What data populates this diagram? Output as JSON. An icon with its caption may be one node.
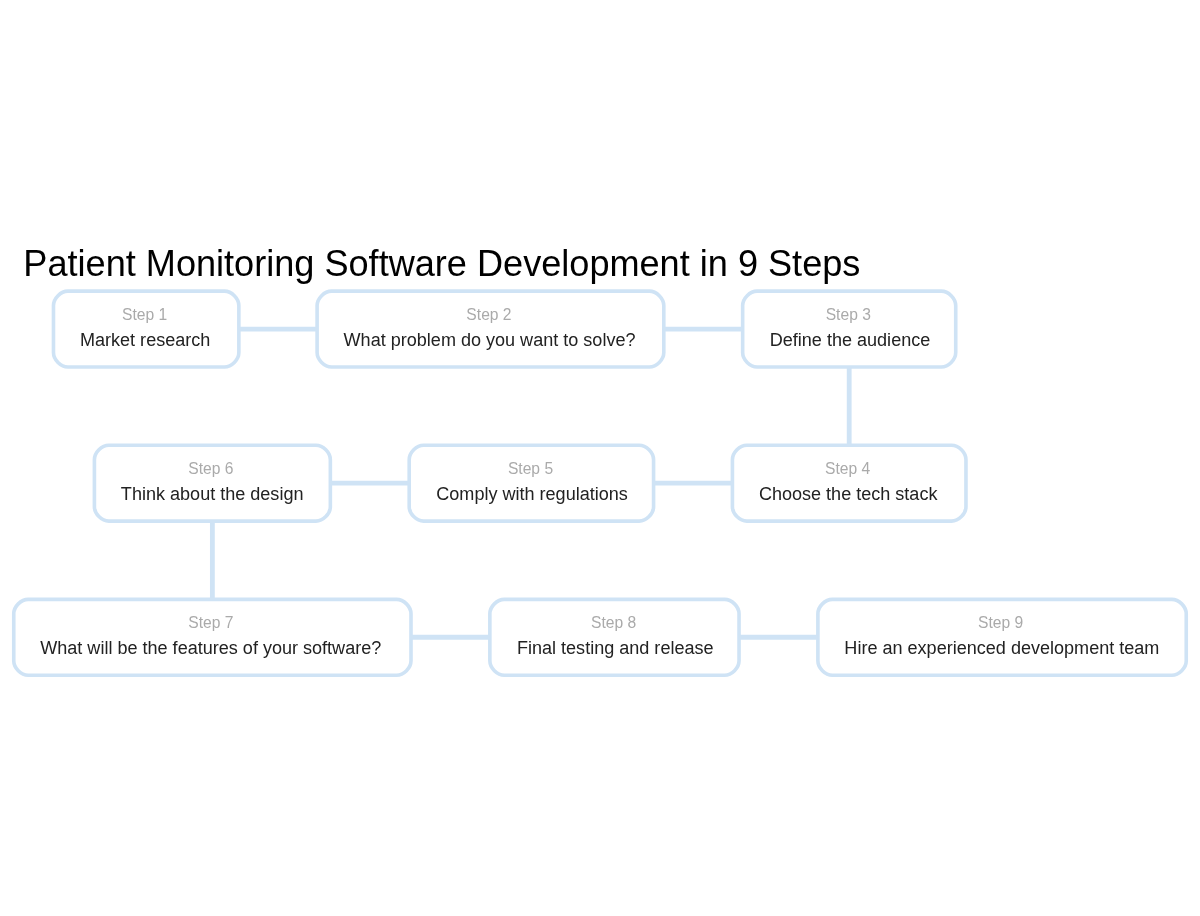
{
  "diagram": {
    "title": "Patient Monitoring Software Development in 9 Steps",
    "nodes": [
      {
        "text": [
          "Step 1",
          "Market research"
        ]
      },
      {
        "text": [
          "Step 2",
          "What problem do you want to solve?"
        ]
      },
      {
        "text": [
          "Step 3",
          "Define the audience"
        ]
      },
      {
        "text": [
          "Step 4",
          "Choose the tech stack"
        ]
      },
      {
        "text": [
          "Step 5",
          "Comply with regulations"
        ]
      },
      {
        "text": [
          "Step 6",
          "Think about the design"
        ]
      },
      {
        "text": [
          "Step 7",
          "What will be the features of your software?"
        ]
      },
      {
        "text": [
          "Step 8",
          "Final testing and release"
        ]
      },
      {
        "text": [
          "Step 9",
          "Hire an experienced development team"
        ]
      }
    ],
    "edges": [
      {
        "from": 0,
        "to": 1,
        "arrow": "none"
      },
      {
        "from": 1,
        "to": 2,
        "arrow": "none"
      },
      {
        "from": 2,
        "to": 3,
        "arrow": "none"
      },
      {
        "from": 3,
        "to": 4,
        "arrow": "none"
      },
      {
        "from": 4,
        "to": 5,
        "arrow": "none"
      },
      {
        "from": 5,
        "to": 6,
        "arrow": "none"
      },
      {
        "from": 6,
        "to": 7,
        "arrow": "none"
      },
      {
        "from": 7,
        "to": 8,
        "arrow": "none"
      }
    ]
  }
}
